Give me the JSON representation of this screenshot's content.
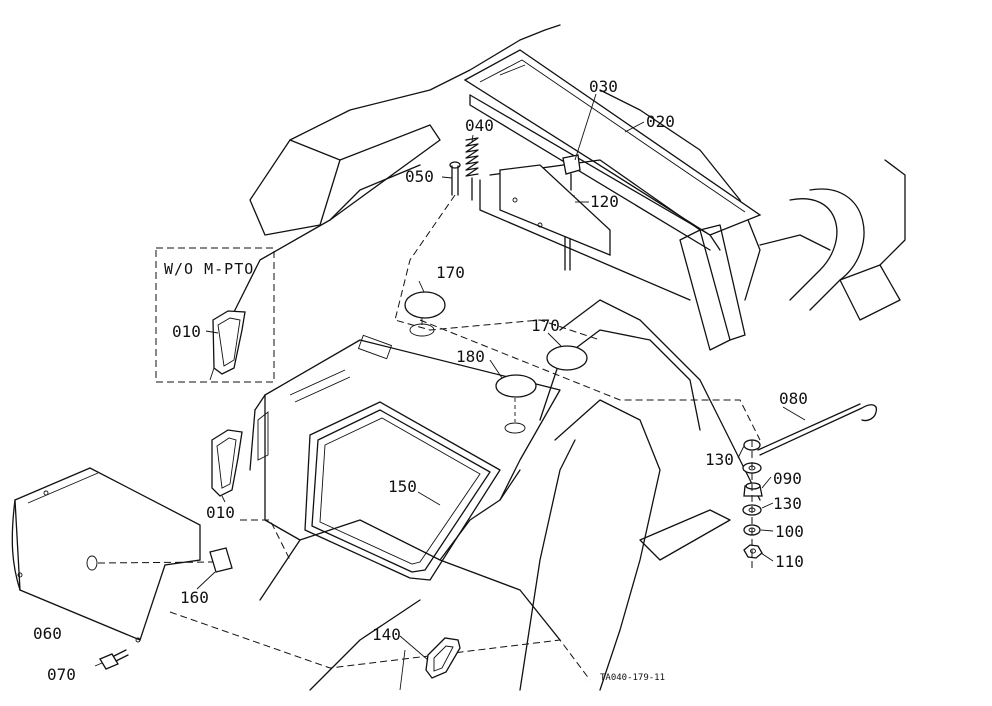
{
  "diagram": {
    "drawing_code": "TA040-179-11",
    "inset_caption": "W/O M-PTO",
    "callouts": [
      {
        "id": "c010a",
        "label": "010"
      },
      {
        "id": "c010b",
        "label": "010"
      },
      {
        "id": "c020",
        "label": "020"
      },
      {
        "id": "c030",
        "label": "030"
      },
      {
        "id": "c040",
        "label": "040"
      },
      {
        "id": "c050",
        "label": "050"
      },
      {
        "id": "c060",
        "label": "060"
      },
      {
        "id": "c070",
        "label": "070"
      },
      {
        "id": "c080",
        "label": "080"
      },
      {
        "id": "c090",
        "label": "090"
      },
      {
        "id": "c100",
        "label": "100"
      },
      {
        "id": "c110",
        "label": "110"
      },
      {
        "id": "c120",
        "label": "120"
      },
      {
        "id": "c130a",
        "label": "130"
      },
      {
        "id": "c130b",
        "label": "130"
      },
      {
        "id": "c140",
        "label": "140"
      },
      {
        "id": "c150",
        "label": "150"
      },
      {
        "id": "c160",
        "label": "160"
      },
      {
        "id": "c170a",
        "label": "170"
      },
      {
        "id": "c170b",
        "label": "170"
      },
      {
        "id": "c180",
        "label": "180"
      }
    ]
  }
}
